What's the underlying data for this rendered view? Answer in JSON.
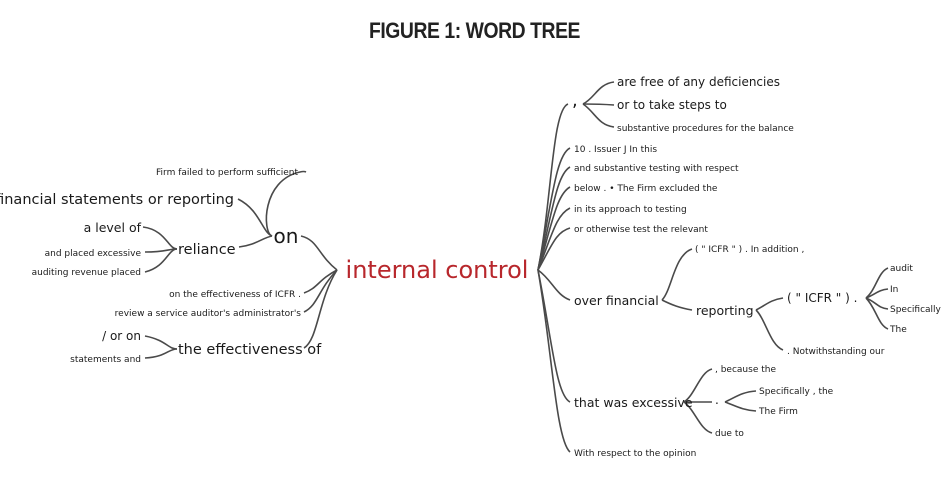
{
  "figure": {
    "title": "FIGURE 1: WORD TREE"
  },
  "tree": {
    "root": "internal control",
    "left": {
      "on": {
        "label": "on",
        "children": [
          "Firm failed to perform sufficient",
          "financial statements or reporting"
        ],
        "reliance": {
          "label": "reliance",
          "children": [
            "a level of",
            "and placed excessive",
            "auditing revenue placed"
          ]
        }
      },
      "direct": [
        "on the effectiveness of ICFR .",
        "review a service auditor's administrator's"
      ],
      "effectiveness": {
        "label": "the effectiveness of",
        "children": [
          "/ or on",
          "statements and"
        ]
      }
    },
    "right": {
      "comma": {
        "label": ",",
        "children": [
          "are free of any deficiencies",
          "or to take steps to",
          "substantive procedures for the balance"
        ]
      },
      "direct_top": [
        "10 . Issuer J In this",
        "and substantive testing with respect",
        "below . • The Firm excluded the",
        "in its approach to testing",
        "or otherwise test the relevant"
      ],
      "over_financial": {
        "label": "over financial",
        "icfr_addition": "( \" ICFR \" ) . In addition ,",
        "reporting": {
          "label": "reporting",
          "icfr": {
            "label": "( \" ICFR \" ) .",
            "children": [
              "audit",
              "In",
              "Specifically",
              "The"
            ]
          },
          "notwithstanding": ". Notwithstanding our"
        }
      },
      "excessive": {
        "label": "that was excessive",
        "because": ", because the",
        "dot": {
          "label": ".",
          "children": [
            "Specifically , the",
            "The Firm"
          ]
        },
        "due_to": "due to"
      },
      "direct_bottom": "With respect to the opinion"
    }
  }
}
